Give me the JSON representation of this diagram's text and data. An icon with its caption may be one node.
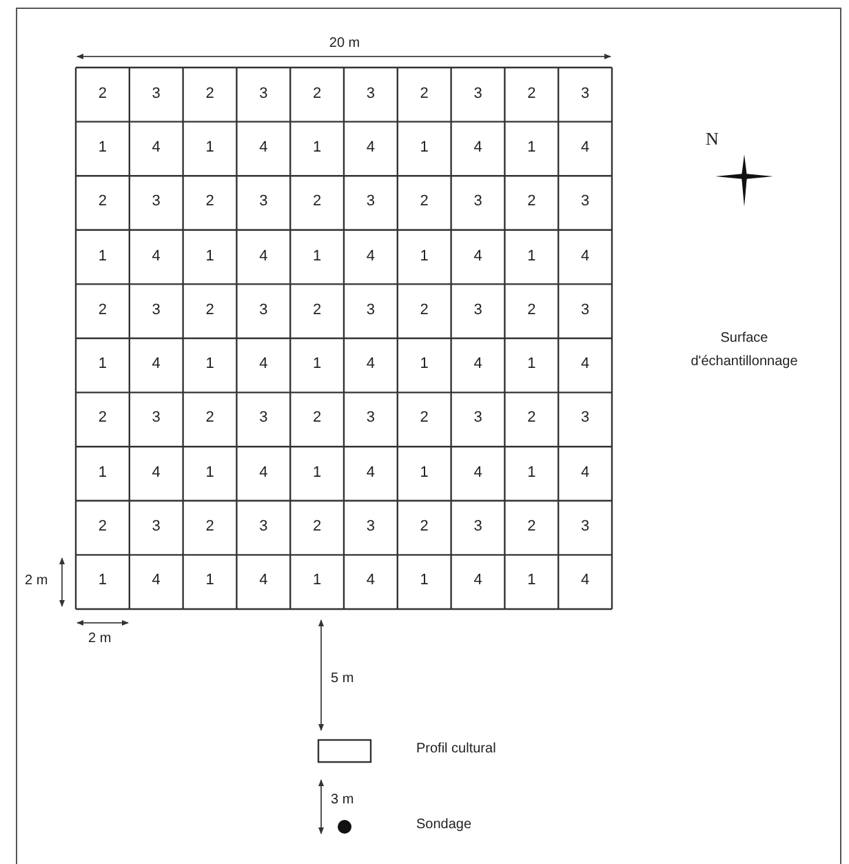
{
  "diagram": {
    "labels": [
      "20 m",
      "N",
      "2",
      "3",
      "2",
      "3",
      "2",
      "3",
      "2",
      "3",
      "2",
      "3",
      "1",
      "4",
      "1",
      "4",
      "1",
      "4",
      "1",
      "4",
      "1",
      "4",
      "2",
      "3",
      "2",
      "3",
      "2",
      "3",
      "2",
      "3",
      "2",
      "3",
      "1",
      "4",
      "1",
      "4",
      "1",
      "4",
      "1",
      "4",
      "1",
      "4",
      "2",
      "3",
      "2",
      "3",
      "2",
      "3",
      "2",
      "3",
      "2",
      "3",
      "1",
      "4",
      "1",
      "4",
      "1",
      "4",
      "1",
      "4",
      "1",
      "4",
      "2",
      "3",
      "2",
      "3",
      "2",
      "3",
      "2",
      "3",
      "2",
      "3",
      "1",
      "4",
      "1",
      "4",
      "1",
      "4",
      "1",
      "4",
      "1",
      "4",
      "2",
      "3",
      "2",
      "3",
      "2",
      "3",
      "2",
      "3",
      "2",
      "3",
      "1",
      "4",
      "1",
      "4",
      "1",
      "4",
      "1",
      "4",
      "1",
      "4",
      "Surface d'échantillonnage",
      "2 m",
      "2 m",
      "5 m",
      "3 m"
    ],
    "legend": [
      {
        "text": "Profil cultural"
      },
      {
        "text": "Sondage"
      }
    ]
  }
}
